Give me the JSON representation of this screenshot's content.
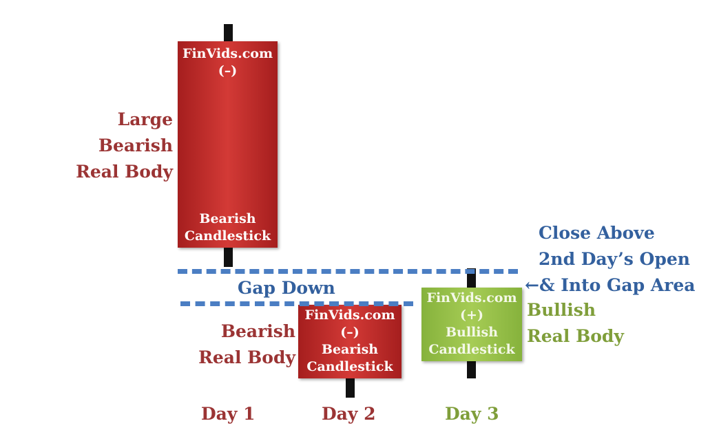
{
  "candles": [
    {
      "watermark": "FinVids.com",
      "sign": "(–)",
      "type_label": [
        "Bearish",
        "Candlestick"
      ]
    },
    {
      "watermark": "FinVids.com",
      "sign": "(–)",
      "type_label": [
        "Bearish",
        "Candlestick"
      ]
    },
    {
      "watermark": "FinVids.com",
      "sign": "(+)",
      "type_label": [
        "Bullish",
        "Candlestick"
      ]
    }
  ],
  "labels": {
    "large_bearish": [
      "Large",
      "Bearish",
      "Real Body"
    ],
    "bearish_real_body": [
      "Bearish",
      "Real Body"
    ],
    "gap_down": "Gap Down",
    "close_above": [
      "Close Above",
      "2nd Day’s Open",
      "←& Into Gap Area"
    ],
    "bullish_real_body": [
      "Bullish",
      "Real Body"
    ]
  },
  "days": [
    "Day 1",
    "Day 2",
    "Day 3"
  ],
  "colors": {
    "bearish": "#c0302e",
    "bullish": "#96bf48",
    "annotation": "#33609e"
  }
}
